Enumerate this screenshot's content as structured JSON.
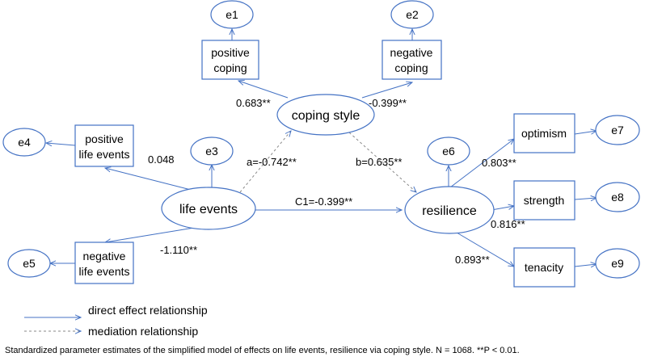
{
  "diagram": {
    "latent": {
      "coping_style": "coping style",
      "life_events": "life events",
      "resilience": "resilience"
    },
    "observed": {
      "positive_coping": [
        "positive",
        "coping"
      ],
      "negative_coping": [
        "negative",
        "coping"
      ],
      "positive_life_events": [
        "positive",
        "life events"
      ],
      "negative_life_events": [
        "negative",
        "life events"
      ],
      "optimism": "optimism",
      "strength": "strength",
      "tenacity": "tenacity"
    },
    "errors": {
      "e1": "e1",
      "e2": "e2",
      "e3": "e3",
      "e4": "e4",
      "e5": "e5",
      "e6": "e6",
      "e7": "e7",
      "e8": "e8",
      "e9": "e9"
    },
    "coefficients": {
      "positive_coping": "0.683**",
      "negative_coping": "-0.399**",
      "positive_life_events": "0.048",
      "negative_life_events": "-1.110**",
      "path_a": "a=-0.742**",
      "path_b": "b=0.635**",
      "path_c1": "C1=-0.399**",
      "optimism": "0.803**",
      "strength": "0.816**",
      "tenacity": "0.893**"
    },
    "colors": {
      "line": "#4472c4",
      "dashed": "#8a8a8a"
    }
  },
  "legend": {
    "direct": "direct effect relationship",
    "mediation": "mediation relationship"
  },
  "caption": "Standardized parameter estimates of the simplified model of effects on life events, resilience via coping style. N = 1068. **P < 0.01."
}
